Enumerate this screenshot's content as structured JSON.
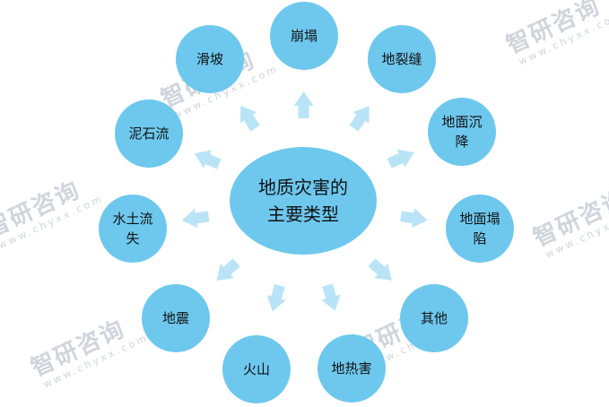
{
  "colors": {
    "node_fill": "#6ec8ee",
    "center_fill": "#6ec8ee",
    "arrow_fill": "#b9e4f7",
    "watermark": "#cfd5dc"
  },
  "diagram": {
    "center_label_lines": [
      "地质灾害的",
      "主要类型"
    ],
    "nodes": [
      {
        "id": "benta",
        "lines": [
          "崩塌"
        ]
      },
      {
        "id": "dilie",
        "lines": [
          "地裂缝"
        ]
      },
      {
        "id": "dimianchenjiang",
        "lines": [
          "地面沉",
          "降"
        ]
      },
      {
        "id": "dimiantaxian",
        "lines": [
          "地面塌",
          "陷"
        ]
      },
      {
        "id": "qita",
        "lines": [
          "其他"
        ]
      },
      {
        "id": "direhai",
        "lines": [
          "地热害"
        ]
      },
      {
        "id": "huoshan",
        "lines": [
          "火山"
        ]
      },
      {
        "id": "dizhen",
        "lines": [
          "地震"
        ]
      },
      {
        "id": "shuituliushi",
        "lines": [
          "水土流",
          "失"
        ]
      },
      {
        "id": "nishiliu",
        "lines": [
          "泥石流"
        ]
      },
      {
        "id": "huapo",
        "lines": [
          "滑坡"
        ]
      }
    ]
  },
  "watermark": {
    "brand_text": "智研咨询",
    "url_text": "www.chyxx.com"
  }
}
